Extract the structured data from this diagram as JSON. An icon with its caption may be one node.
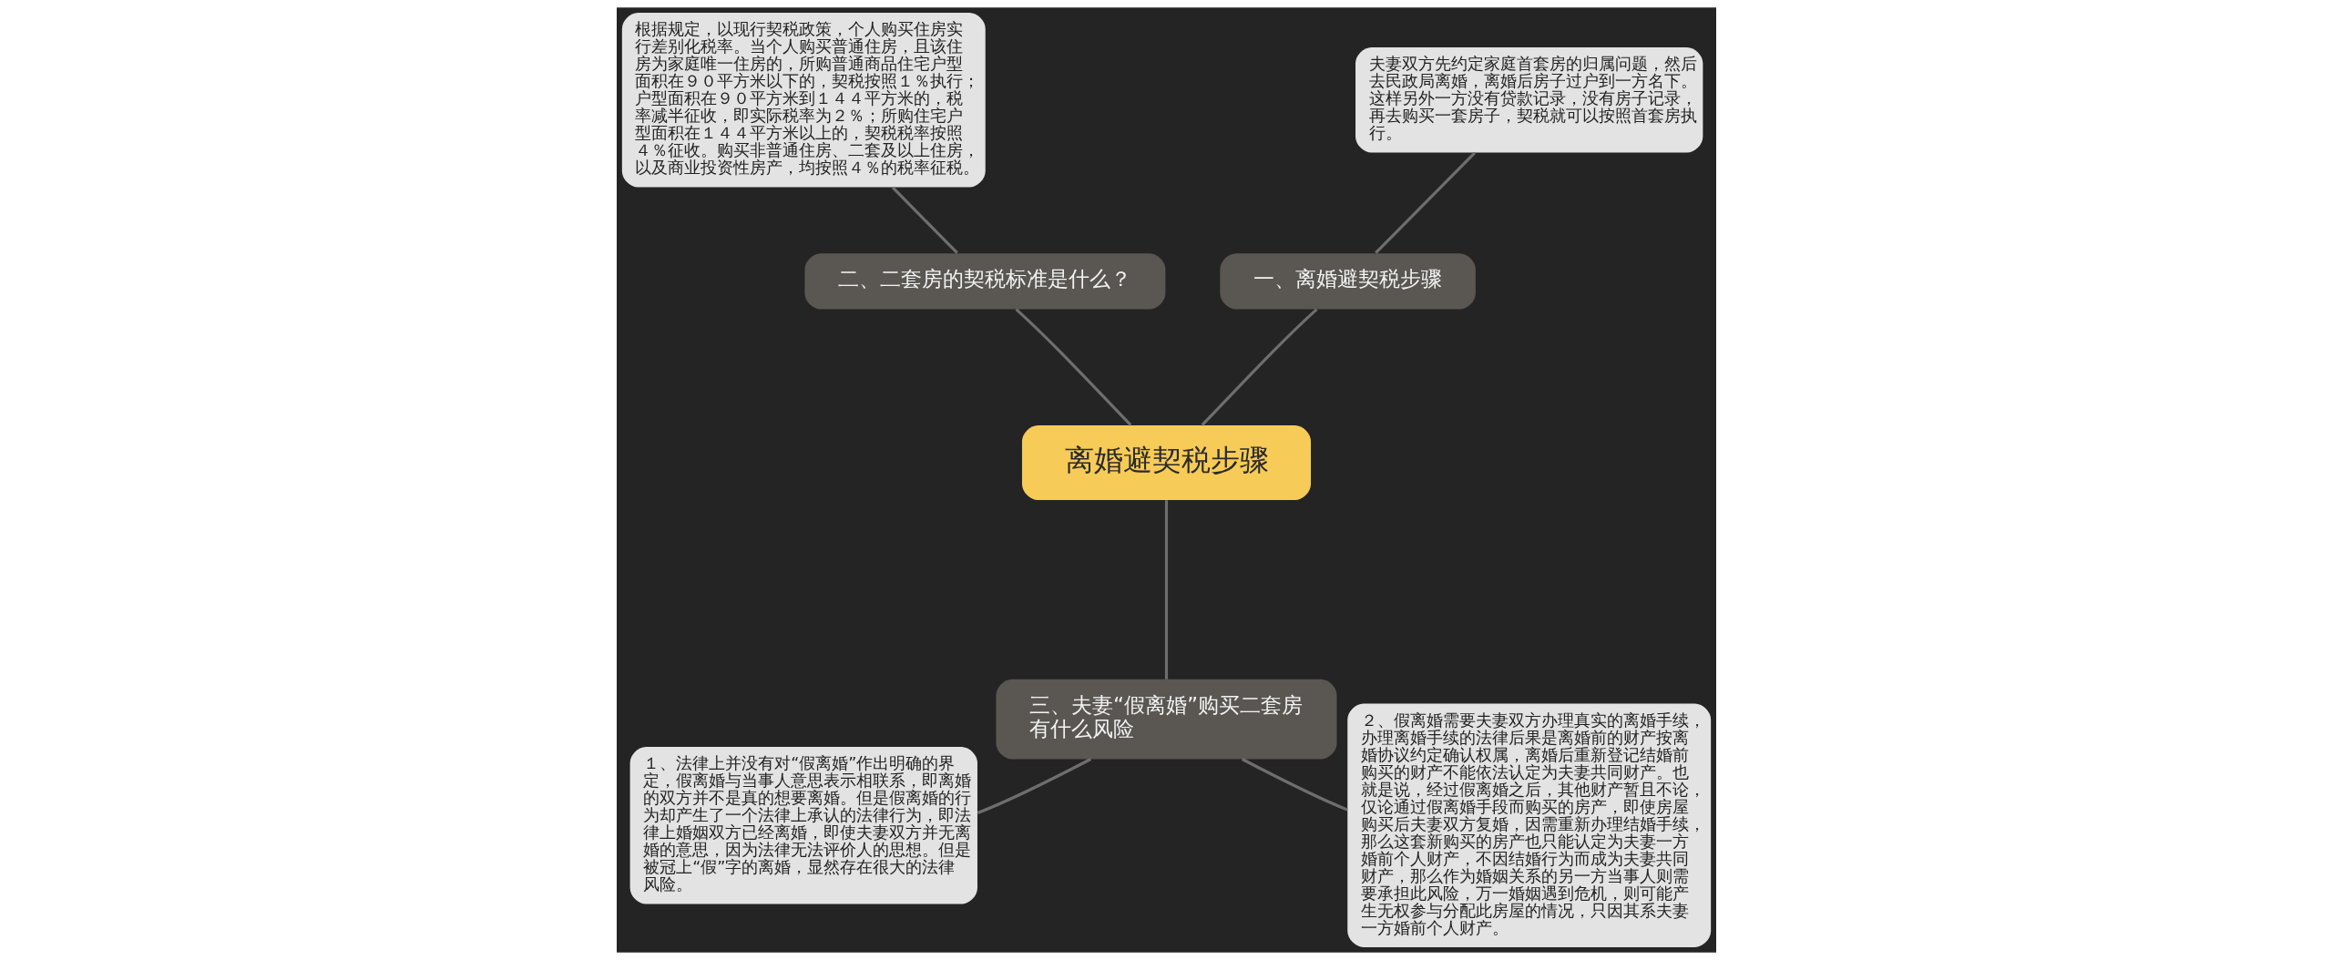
{
  "diagram": {
    "nodes": [
      {
        "text": [
          "离婚避契税步骤"
        ]
      },
      {
        "text": [
          "一、离婚避契税步骤"
        ]
      },
      {
        "text": [
          "夫妻双方先约定家庭首套房的归属问题，然后去民政局离婚，离婚后房子过户到一方名下。这样另外一方没有贷款记录，没有房子记录，再去购买一套房子，契税就可以按照首套房执行。"
        ]
      },
      {
        "text": [
          "二、二套房的契税标准是什么？"
        ]
      },
      {
        "text": [
          "根据规定，以现行契税政策，个人购买住房实行差别化税率。当个人购买普通住房，且该住房为家庭唯一住房的，所购普通商品住宅户型面积在９０平方米以下的，契税按照１％执行；户型面积在９０平方米到１４４平方米的，税率减半征收，即实际税率为２％；所购住宅户型面积在１４４平方米以上的，契税税率按照４％征收。购买非普通住房、二套及以上住房，以及商业投资性房产，均按照４％的税率征税。"
        ]
      },
      {
        "text": [
          "三、夫妻“假离婚”购买二套房有什么风险"
        ]
      },
      {
        "text": [
          "１、法律上并没有对“假离婚”作出明确的界定，假离婚与当事人意思表示相联系，即离婚的双方并不是真的想要离婚。但是假离婚的行为却产生了一个法律上承认的法律行为，即法律上婚姻双方已经离婚，即使夫妻双方并无离婚的意思，因为法律无法评价人的思想。但是被冠上“假”字的离婚，显然存在很大的法律风险。"
        ]
      },
      {
        "text": [
          "２、假离婚需要夫妻双方办理真实的离婚手续，办理离婚手续的法律后果是离婚前的财产按离婚协议约定确认权属，离婚后重新登记结婚前购买的财产不能依法认定为夫妻共同财产。也就是说，经过假离婚之后，其他财产暂且不论，仅论通过假离婚手段而购买的房产，即使房屋购买后夫妻双方复婚，因需重新办理结婚手续，那么这套新购买的房产也只能认定为夫妻一方婚前个人财产，不因结婚行为而成为夫妻共同财产，那么作为婚姻关系的另一方当事人则需要承担此风险，万一婚姻遇到危机，则可能产生无权参与分配此房屋的情况，只因其系夫妻一方婚前个人财产。"
        ]
      }
    ],
    "edges": [
      {
        "from": 0,
        "to": 1,
        "arrow": "none"
      },
      {
        "from": 1,
        "to": 2,
        "arrow": "none"
      },
      {
        "from": 0,
        "to": 3,
        "arrow": "none"
      },
      {
        "from": 3,
        "to": 4,
        "arrow": "none"
      },
      {
        "from": 0,
        "to": 5,
        "arrow": "none"
      },
      {
        "from": 5,
        "to": 6,
        "arrow": "none"
      },
      {
        "from": 5,
        "to": 7,
        "arrow": "none"
      }
    ]
  }
}
